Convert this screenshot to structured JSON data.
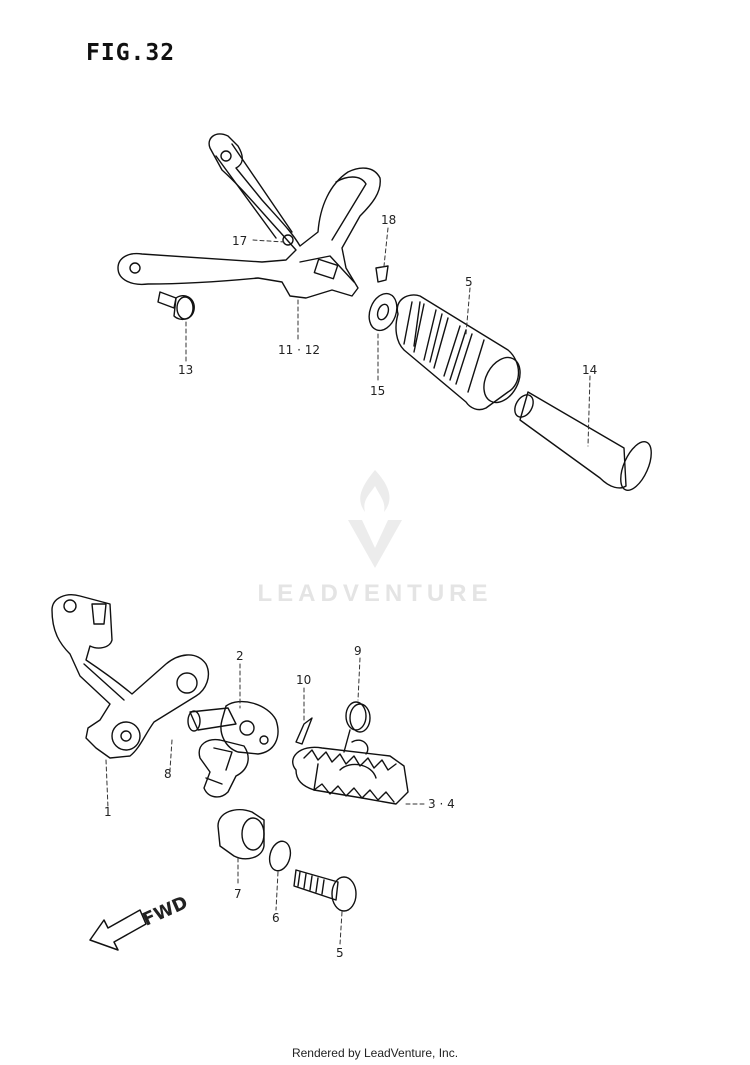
{
  "figure": {
    "title": "FIG.32",
    "direction_label": "FWD",
    "footer": "Rendered by LeadVenture, Inc.",
    "watermark": "LEADVENTURE"
  },
  "callouts": [
    {
      "id": "c17",
      "text": "17"
    },
    {
      "id": "c18",
      "text": "18"
    },
    {
      "id": "c5a",
      "text": "5"
    },
    {
      "id": "c13",
      "text": "13"
    },
    {
      "id": "c1112",
      "text": "11 · 12"
    },
    {
      "id": "c15",
      "text": "15"
    },
    {
      "id": "c14",
      "text": "14"
    },
    {
      "id": "c2",
      "text": "2"
    },
    {
      "id": "c9",
      "text": "9"
    },
    {
      "id": "c10",
      "text": "10"
    },
    {
      "id": "c8",
      "text": "8"
    },
    {
      "id": "c1",
      "text": "1"
    },
    {
      "id": "c34",
      "text": "3 · 4"
    },
    {
      "id": "c7",
      "text": "7"
    },
    {
      "id": "c6",
      "text": "6"
    },
    {
      "id": "c5b",
      "text": "5"
    }
  ],
  "icons": {
    "direction_arrow": "arrow-left-down-icon",
    "watermark_logo": "flame-logo-icon"
  }
}
